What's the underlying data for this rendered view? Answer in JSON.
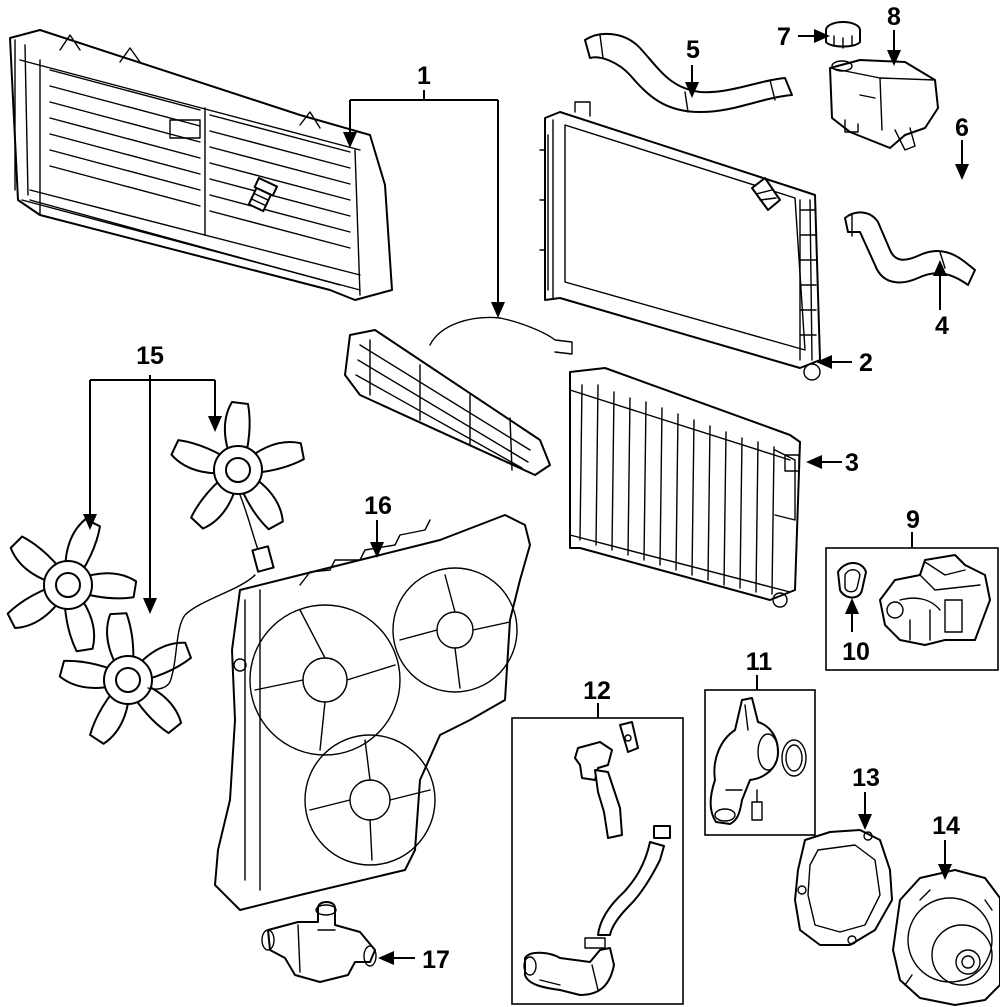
{
  "diagram": {
    "callouts": [
      "1",
      "2",
      "3",
      "4",
      "5",
      "6",
      "7",
      "8",
      "9",
      "10",
      "11",
      "12",
      "13",
      "14",
      "15",
      "16",
      "17"
    ],
    "colors": {
      "line": "#000000",
      "background": "#ffffff"
    }
  }
}
